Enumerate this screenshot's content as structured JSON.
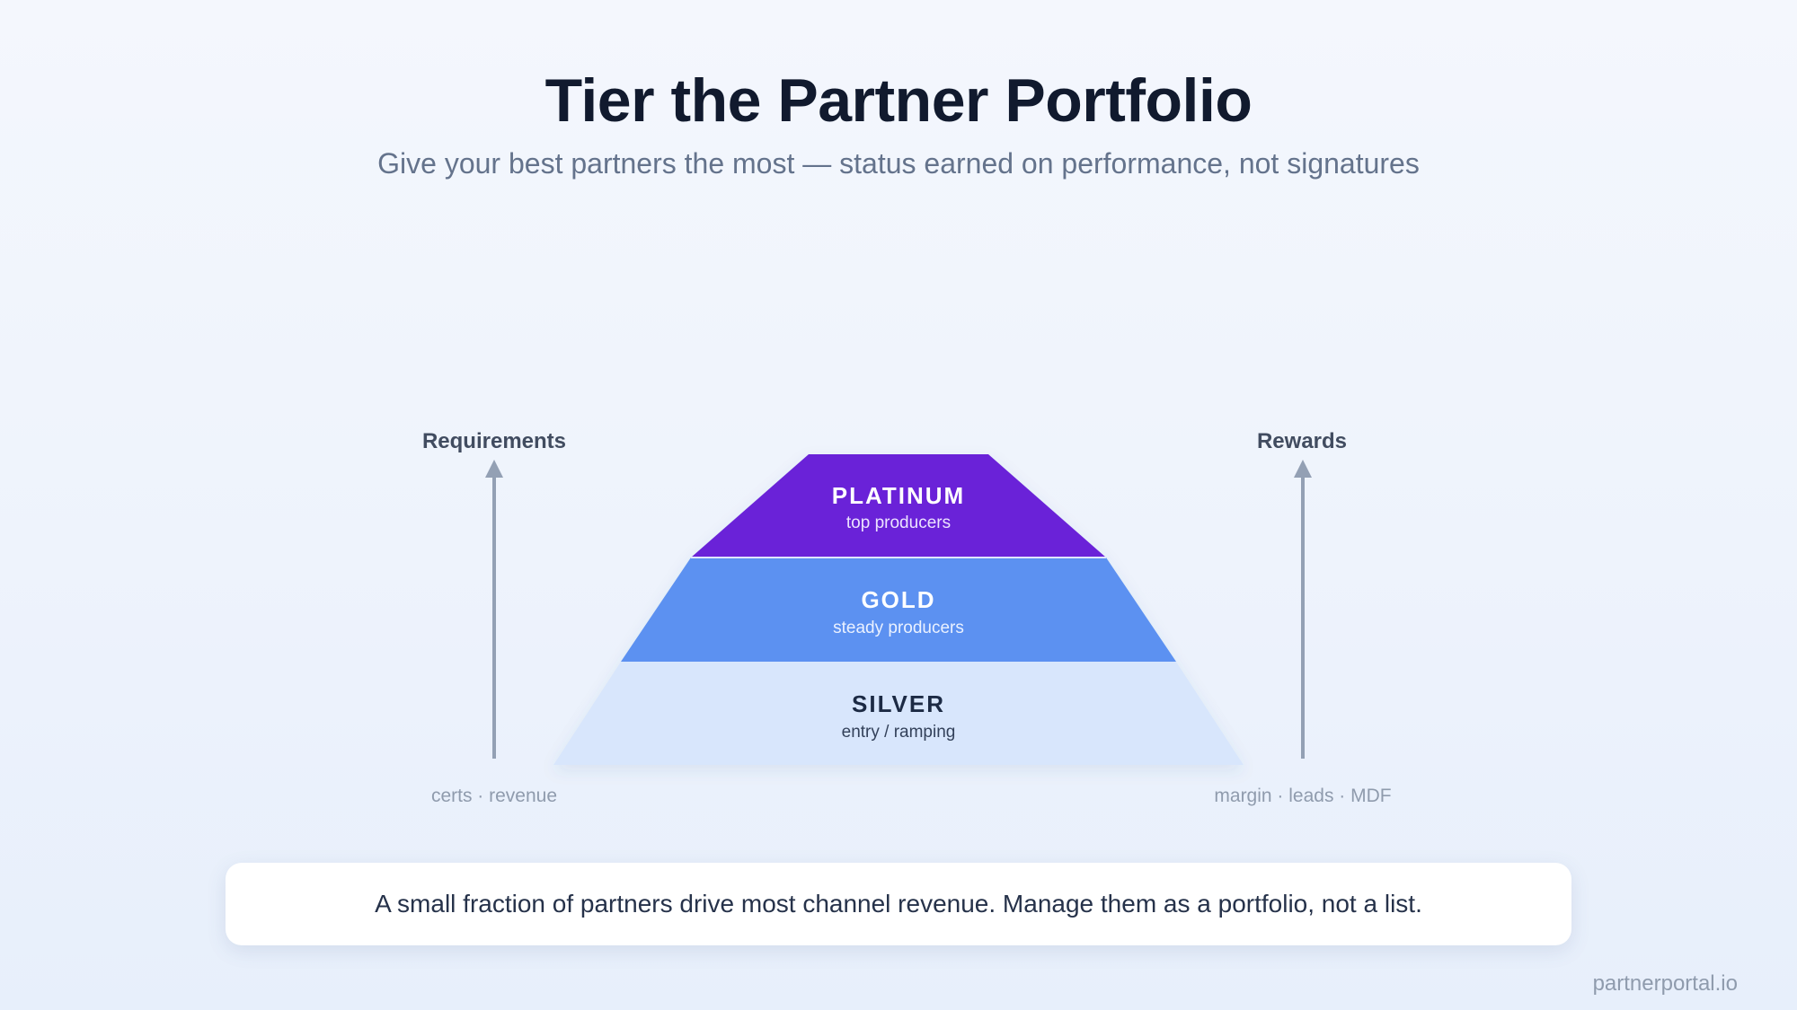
{
  "header": {
    "title": "Tier the Partner Portfolio",
    "subtitle": "Give your best partners the most — status earned on performance, not signatures"
  },
  "axes": {
    "left": {
      "title": "Requirements",
      "caption": "certs · revenue"
    },
    "right": {
      "title": "Rewards",
      "caption": "margin · leads · MDF"
    }
  },
  "tiers": [
    {
      "name": "PLATINUM",
      "description": "top producers",
      "color": "#6a22d8",
      "text_color": "#ffffff",
      "sub_color": "#ece3ff"
    },
    {
      "name": "GOLD",
      "description": "steady producers",
      "color": "#5b91f1",
      "text_color": "#ffffff",
      "sub_color": "#eaf1ff"
    },
    {
      "name": "SILVER",
      "description": "entry / ramping",
      "color": "#d8e6fc",
      "text_color": "#1c2a44",
      "sub_color": "#33415a"
    }
  ],
  "callout": {
    "text": "A small fraction of partners drive most channel revenue. Manage them as a portfolio, not a list."
  },
  "footer": {
    "brand": "partnerportal.io"
  },
  "colors": {
    "axis_line": "#93a0b4",
    "title": "#111a2e",
    "subtitle": "#64738c"
  }
}
